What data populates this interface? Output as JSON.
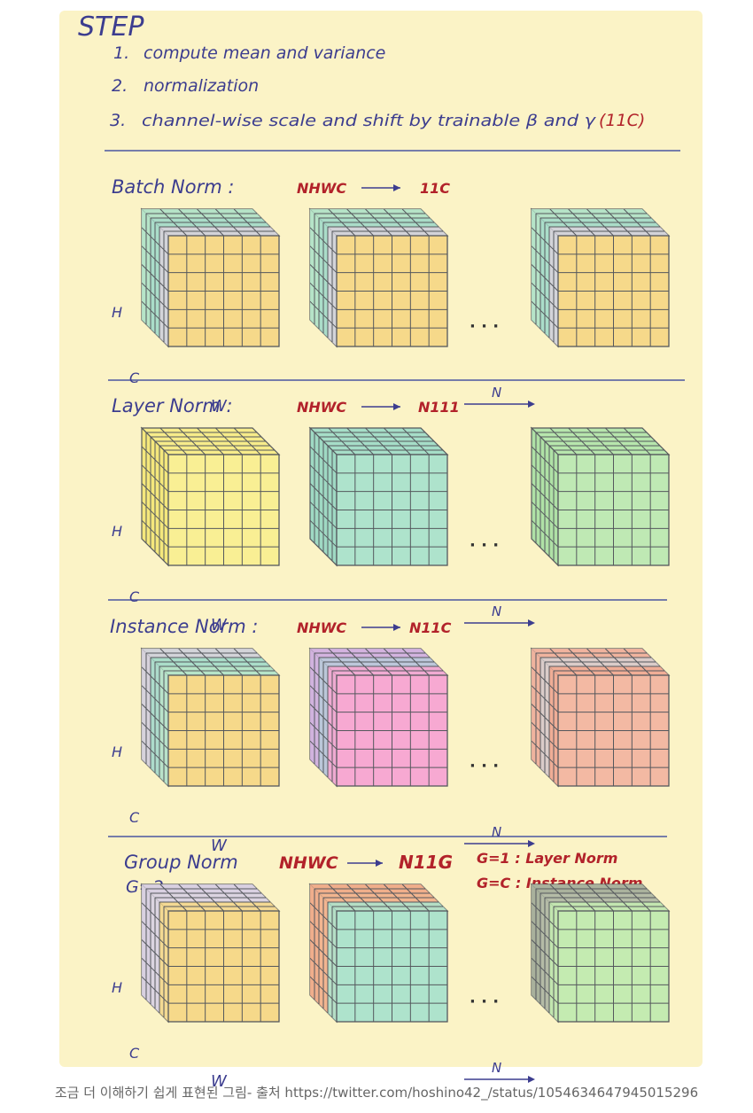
{
  "steps": {
    "heading": "STEP",
    "items": [
      {
        "number": "1.",
        "text": "compute mean and variance"
      },
      {
        "number": "2.",
        "text": "normalization"
      },
      {
        "number": "3.",
        "text": "channel-wise scale and shift by trainable β and γ",
        "suffix": "(11C)"
      }
    ]
  },
  "axes": {
    "h": "H",
    "c": "C",
    "w": "W",
    "n": "N",
    "ellipsis": "· · ·"
  },
  "sections": [
    {
      "title": "Batch Norm :",
      "from": "NHWC",
      "to": "11C",
      "cubes": [
        {
          "front": "#f6d98a",
          "top": "#b9e0c1",
          "side": "#b6e3c8",
          "stripes": [
            "#b6e3c8",
            "#a9dcc9",
            "#d6d2da"
          ]
        },
        {
          "front": "#f6d98a",
          "top": "#b9e0c1",
          "side": "#b6e3c8",
          "stripes": [
            "#b6e3c8",
            "#a9dcc9",
            "#d6d2da"
          ]
        },
        {
          "front": "#f6d98a",
          "top": "#b9e0c1",
          "side": "#b6e3c8",
          "stripes": [
            "#b6e3c8",
            "#a9dcc9",
            "#d6d2da"
          ]
        }
      ]
    },
    {
      "title": "Layer Norm :",
      "from": "NHWC",
      "to": "N111",
      "cubes": [
        {
          "front": "#f9ef94",
          "top": "#f7ec8a",
          "side": "#f4e77c",
          "stripes": []
        },
        {
          "front": "#aee3cc",
          "top": "#a6dec8",
          "side": "#9fd9c3",
          "stripes": []
        },
        {
          "front": "#bfe9b4",
          "top": "#b7e6ad",
          "side": "#afe1a6",
          "stripes": []
        }
      ]
    },
    {
      "title": "Instance Norm :",
      "from": "NHWC",
      "to": "N11C",
      "cubes": [
        {
          "front": "#f6d98a",
          "top": "#b6e3c8",
          "side": "#d6d2da",
          "stripes": [
            "#d6d2da",
            "#a9dcc9",
            "#b6e3c8"
          ]
        },
        {
          "front": "#f7a9d2",
          "top": "#d9b5e3",
          "side": "#cdb4dc",
          "stripes": [
            "#d2b3de",
            "#b9c9d8",
            "#f2a9cf"
          ]
        },
        {
          "front": "#f3b9a3",
          "top": "#efa98f",
          "side": "#e9a98f",
          "stripes": [
            "#efb4a0",
            "#d8cfcf",
            "#f0ad97"
          ]
        }
      ]
    },
    {
      "title": "Group Norm",
      "subtitle": "G=2",
      "from": "NHWC",
      "to": "N11G",
      "notes": [
        "G=1 : Layer Norm",
        "G=C : Instance Norm"
      ],
      "cubes": [
        {
          "front": "#f6d98a",
          "top": "#dccfe3",
          "side": "#d8cfe0",
          "stripes": [
            "#d8cfe0",
            "#dcd4e0",
            "#f6d98a"
          ]
        },
        {
          "front": "#aee3cc",
          "top": "#f1ad88",
          "side": "#f0ae8c",
          "stripes": [
            "#f0ae8c",
            "#f2b690",
            "#aee3cc"
          ]
        },
        {
          "front": "#c4ebb1",
          "top": "#b5b9a4",
          "side": "#a9b19c",
          "stripes": [
            "#a9b19c",
            "#b5bca7",
            "#c4ebb1"
          ]
        }
      ]
    }
  ],
  "caption": "조금 더 이해하기 쉽게 표현된 그림- 출처 https://twitter.com/hoshino42_/status/1054634647945015296"
}
